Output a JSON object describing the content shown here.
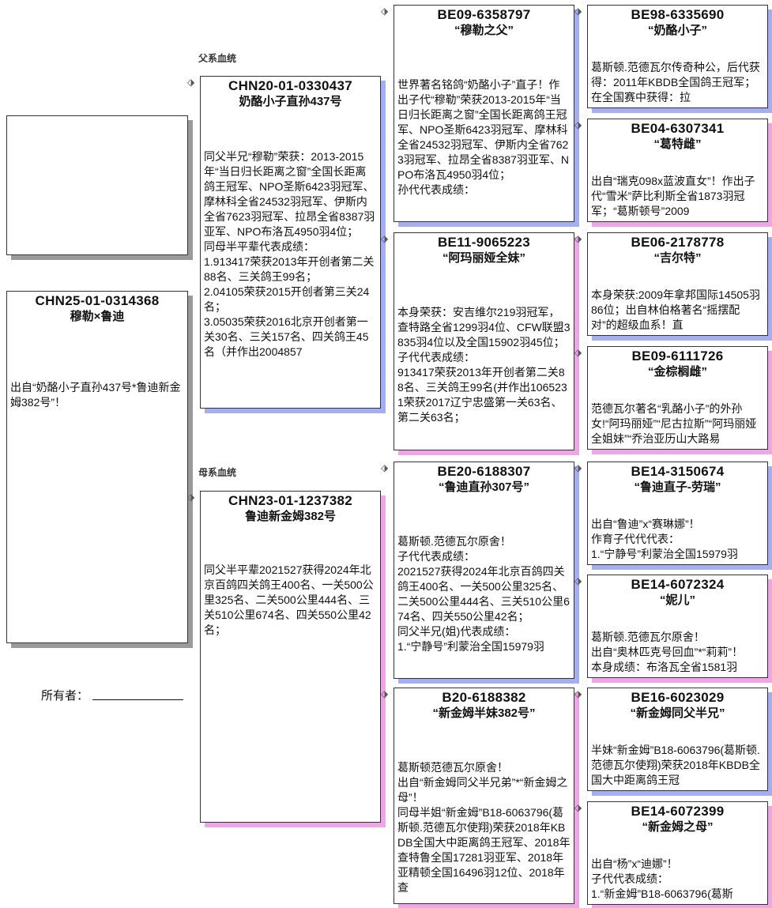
{
  "photo": {},
  "subject": {
    "ring": "CHN25-01-0314368",
    "name": "穆勒×鲁迪",
    "body": "出自“奶酪小子直孙437号*鲁迪新金姆382号”！"
  },
  "owner": {
    "label": "所有者："
  },
  "labels": {
    "sire_line": "父系血统",
    "dam_line": "母系血统"
  },
  "sire": {
    "ring": "CHN20-01-0330437",
    "name": "奶酪小子直孙437号",
    "body": "同父半兄“穆勒”荣获：2013-2015年“当日归长距离之窗”全国长距离鸽王冠军、NPO圣斯6423羽冠军、摩林科全省24532羽冠军、伊斯内全省7623羽冠军、拉昂全省8387羽亚军、NPO布洛瓦4950羽4位；\n同母半平辈代表成绩：\n1.913417荣获2013年开创者第二关88名、三关鸽王99名；\n2.04105荣获2015开创者第三关24名；\n3.05035荣获2016北京开创者第一关30名、三关157名、四关鸽王45名（并作出2004857"
  },
  "dam": {
    "ring": "CHN23-01-1237382",
    "name": "鲁迪新金姆382号",
    "body": "同父半平辈2021527获得2024年北京百鸽四关鸽王400名、一关500公里325名、二关500公里444名、三关510公里674名、四关550公里42名；"
  },
  "gen2": [
    {
      "ring": "BE09-6358797",
      "name": "“穆勒之父”",
      "body": "世界著名铭鸽“奶酪小子”直子！作出子代“穆勒”荣获2013-2015年“当日归长距离之窗”全国长距离鸽王冠军、NPO圣斯6423羽冠军、摩林科全省24532羽冠军、伊斯内全省7623羽冠军、拉昂全省8387羽亚军、NPO布洛瓦4950羽4位；\n孙代代表成绩："
    },
    {
      "ring": "BE11-9065223",
      "name": "“阿玛丽娅全妹”",
      "body": "本身荣获：安吉维尔219羽冠军，查特路全省1299羽4位、CFW联盟3835羽4位以及全国15902羽45位；\n子代代表成绩：\n913417荣获2013年开创者第二关88名、三关鸽王99名(并作出1065231荣获2017辽宁忠盛第一关63名、第二关63名；"
    },
    {
      "ring": "BE20-6188307",
      "name": "“鲁迪直孙307号”",
      "body": "葛斯顿.范德瓦尔原舍！\n子代代表成绩：\n2021527获得2024年北京百鸽四关鸽王400名、一关500公里325名、二关500公里444名、三关510公里674名、四关550公里42名；\n同父半兄(姐)代表成绩：\n1.“宁静号”利蒙治全国15979羽"
    },
    {
      "ring": "B20-6188382",
      "name": "“新金姆半妹382号”",
      "body": "葛斯顿范德瓦尔原舍！\n出自“新金姆同父半兄弟”*“新金姆之母”！\n同母半姐“新金姆”B18-6063796(葛斯顿.范德瓦尔使翔)荣获2018年KBDB全国大中距离鸽王冠军、2018年查特鲁全国17281羽亚军、2018年亚精顿全国16496羽12位、2018年查"
    }
  ],
  "gen3": [
    {
      "ring": "BE98-6335690",
      "name": "“奶酪小子”",
      "body": "葛斯顿.范德瓦尔传奇种公，后代获得：2011年KBDB全国鸽王冠军；在全国赛中获得：拉"
    },
    {
      "ring": "BE04-6307341",
      "name": "“葛特雌”",
      "body": "出自“瑞克098x蓝波直女”！作出子代“雪米”萨比利斯全省1873羽冠军；“葛斯顿号”2009"
    },
    {
      "ring": "BE06-2178778",
      "name": "“吉尔特”",
      "body": "本身荣获:2009年拿邦国际14505羽86位；出自林伯格著名“摇摆配对”的超级血系！直"
    },
    {
      "ring": "BE09-6111726",
      "name": "“金棕榈雌”",
      "body": "范德瓦尔著名“乳酪小子”的外孙女!“阿玛丽娅”“尼古拉斯”“阿玛丽娅全姐妹”“乔治亚历山大路易"
    },
    {
      "ring": "BE14-3150674",
      "name": "“鲁迪直子-劳瑞”",
      "body": "出自“鲁迪”x“赛琳娜”！\n作育子代代代表：\n1.“宁静号”利蒙治全国15979羽"
    },
    {
      "ring": "BE14-6072324",
      "name": "“妮儿”",
      "body": "葛斯顿.范德瓦尔原舍！\n出自“奥林匹克号回血”*“莉莉”！\n本身成绩：布洛瓦全省1581羽"
    },
    {
      "ring": "BE16-6023029",
      "name": "“新金姆同父半兄”",
      "body": "半妹“新金姆”B18-6063796(葛斯顿.范德瓦尔使翔)荣获2018年KBDB全国大中距离鸽王冠"
    },
    {
      "ring": "BE14-6072399",
      "name": "“新金姆之母”",
      "body": "出自“杨”x“迪娜”！\n子代代表成绩：\n1.“新金姆”B18-6063796(葛斯"
    }
  ]
}
